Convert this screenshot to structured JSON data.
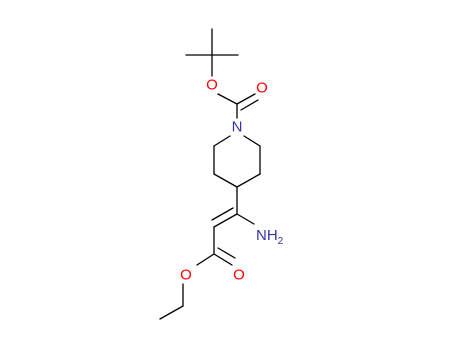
{
  "colors": {
    "bond": "#000000",
    "oxygen": "#ff0000",
    "nitrogen": "#3333aa"
  },
  "atoms": {
    "ester_o_boc": {
      "text": "O"
    },
    "carbonyl_o_boc": {
      "text": "O"
    },
    "ring_n": {
      "text": "N"
    },
    "amine": {
      "text": "NH",
      "sub": "2"
    },
    "carbonyl_o_ester": {
      "text": "O"
    },
    "ester_o_ethyl": {
      "text": "O"
    }
  }
}
